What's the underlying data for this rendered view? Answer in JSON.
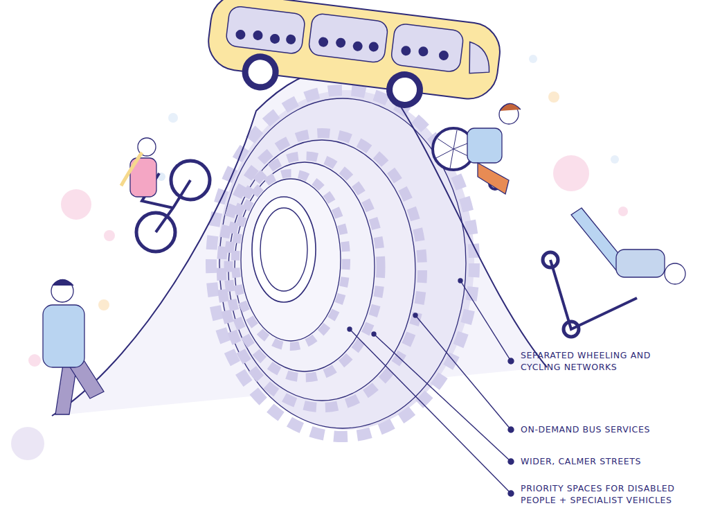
{
  "diagram": {
    "labels": [
      "SEPARATED WHEELING AND CYCLING NETWORKS",
      "ON-DEMAND BUS SERVICES",
      "WIDER, CALMER STREETS",
      "PRIORITY SPACES FOR DISABLED PEOPLE + SPECIALIST VEHICLES"
    ]
  }
}
